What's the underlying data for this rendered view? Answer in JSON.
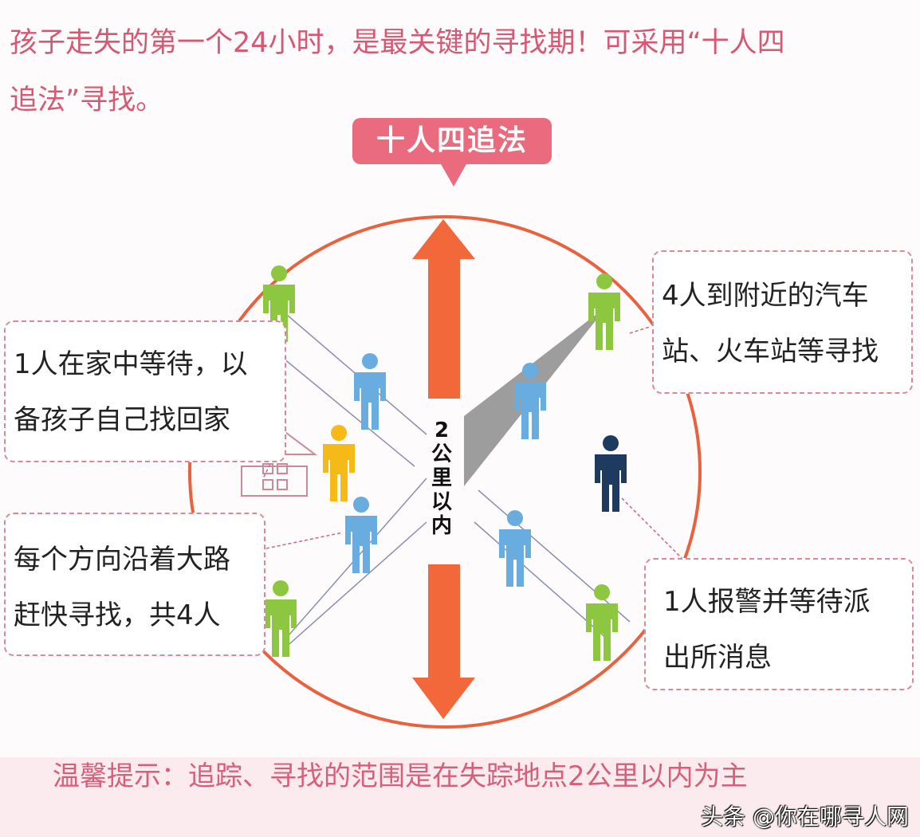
{
  "header": {
    "title_line1": "孩子走失的第一个24小时，是最关键的寻找期！可采用“十人四",
    "title_line2": "追法”寻找。"
  },
  "banner": {
    "label": "十人四追法"
  },
  "center_label": [
    "2",
    "公",
    "里",
    "以",
    "内"
  ],
  "callouts": {
    "home": {
      "line1": "1人在家中等待，以",
      "line2": "备孩子自己找回家"
    },
    "roads": {
      "line1": "每个方向沿着大路",
      "line2": "赶快寻找，共4人"
    },
    "stations": {
      "line1": "4人到附近的汽车",
      "line2": "站、火车站等寻找"
    },
    "police": {
      "line1": "1人报警并等待派",
      "line2": "出所消息"
    }
  },
  "footer": {
    "tip": "温馨提示：追踪、寻找的范围是在失踪地点2公里以内为主"
  },
  "watermark": "头条 @你在哪寻人网",
  "colors": {
    "title": "#d65872",
    "banner": "#e96b7d",
    "arrow": "#f2683a",
    "circle": "#e8623f",
    "green": "#8dc63f",
    "blue": "#69ace0",
    "yellow": "#f5b918",
    "navy": "#1f3a5f",
    "gray": "#9a9a9a"
  }
}
